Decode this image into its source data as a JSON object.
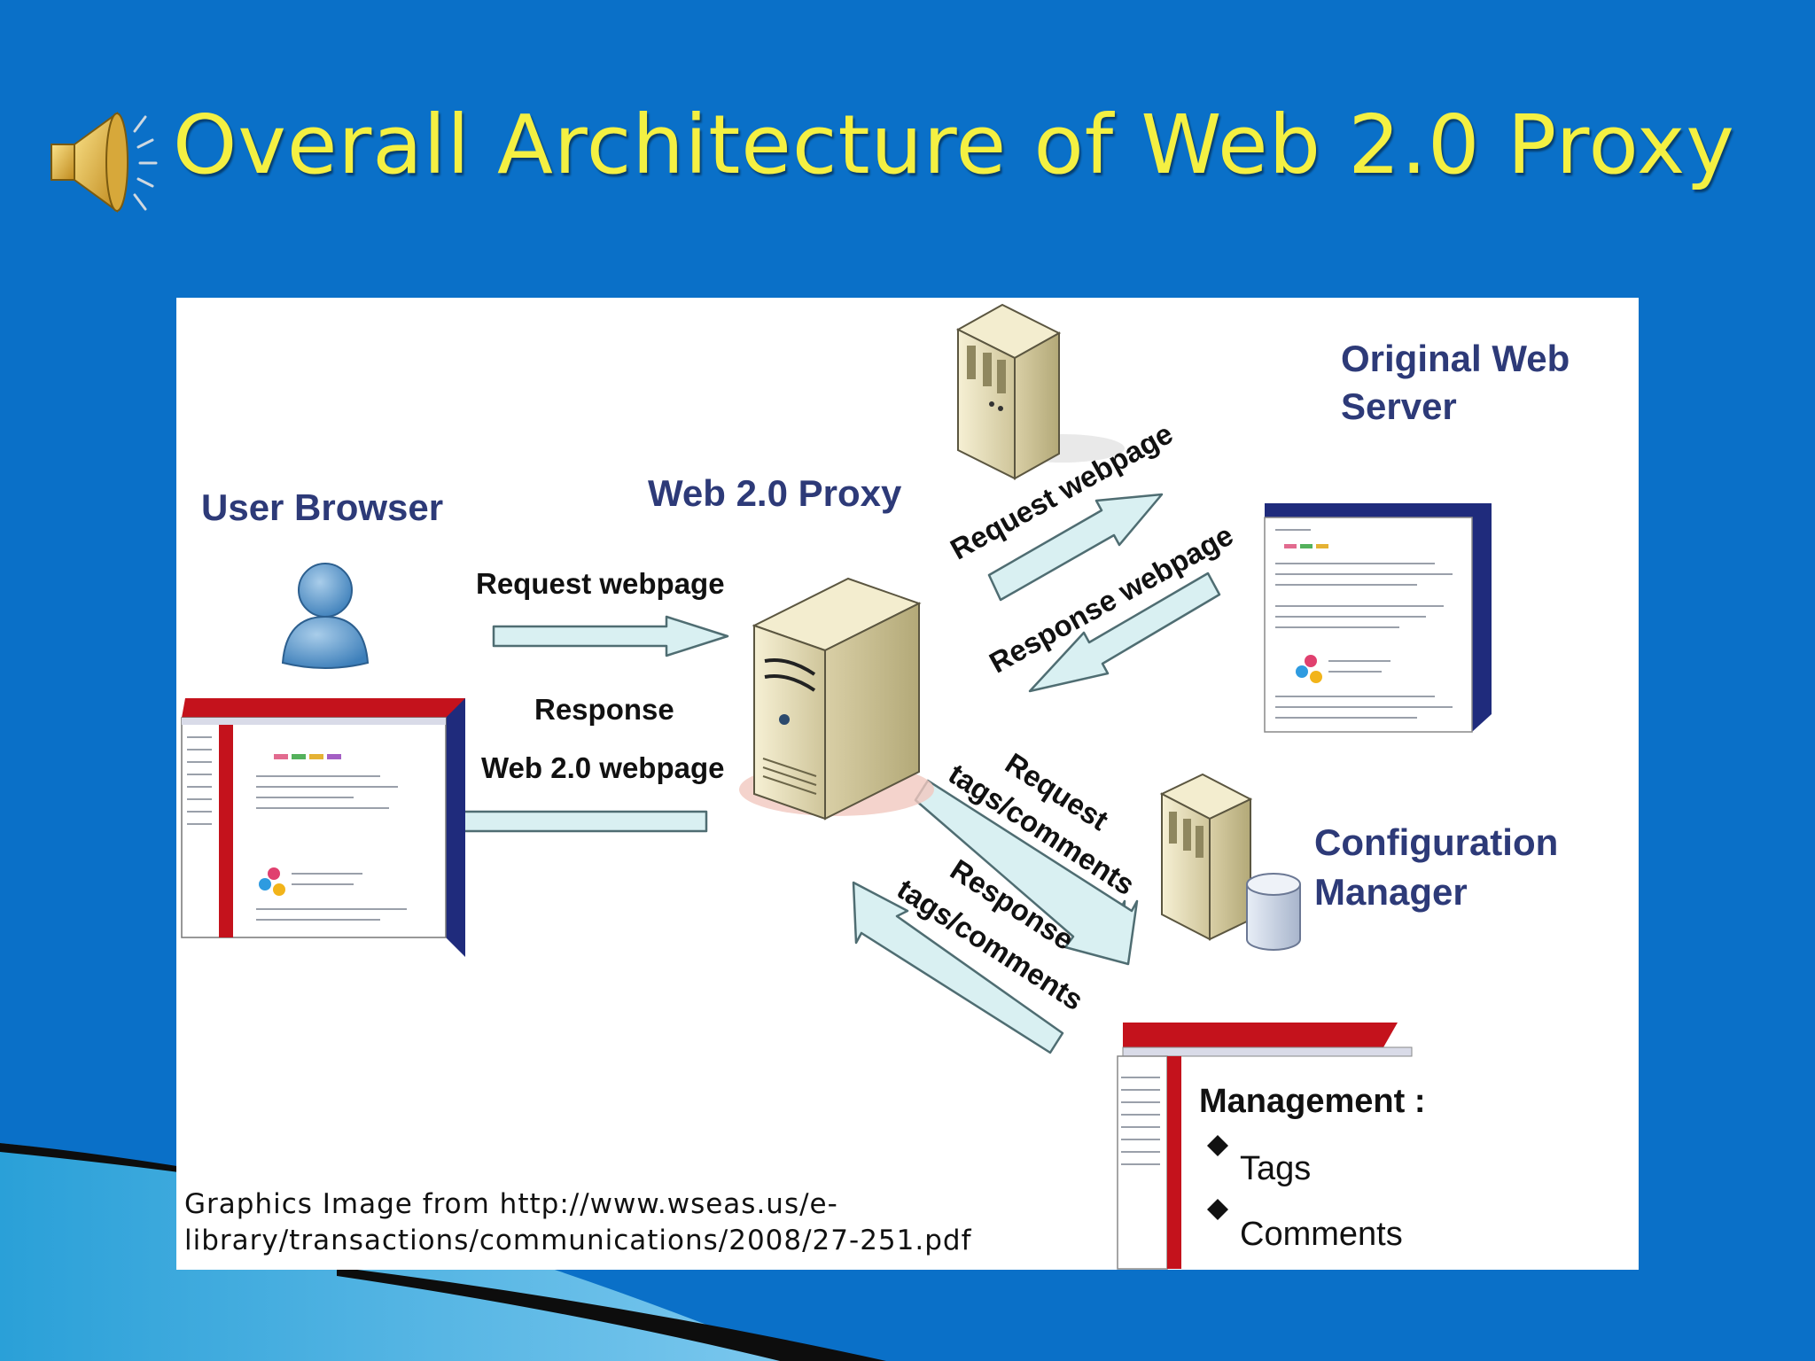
{
  "slide": {
    "title": "Overall Architecture of Web 2.0 Proxy",
    "speaker_icon": "speaker-icon",
    "accent_color": "#f4f042",
    "background_color": "#0a70c8"
  },
  "diagram": {
    "nodes": {
      "user_browser": "User Browser",
      "proxy": "Web 2.0 Proxy",
      "origin_server_line1": "Original Web",
      "origin_server_line2": "Server",
      "config_manager_line1": "Configuration",
      "config_manager_line2": "Manager"
    },
    "edges": {
      "browser_request": "Request webpage",
      "browser_response_line1": "Response",
      "browser_response_line2": "Web 2.0 webpage",
      "server_request": "Request webpage",
      "server_response": "Response webpage",
      "config_request_line1": "Request",
      "config_request_line2": "tags/comments",
      "config_response_line1": "Response",
      "config_response_line2": "tags/comments"
    },
    "management": {
      "title": "Management :",
      "items": [
        "Tags",
        "Comments"
      ]
    },
    "caption": {
      "line1": "Graphics Image from http://www.wseas.us/e-",
      "line2": "library/transactions/communications/2008/27-251.pdf"
    }
  }
}
